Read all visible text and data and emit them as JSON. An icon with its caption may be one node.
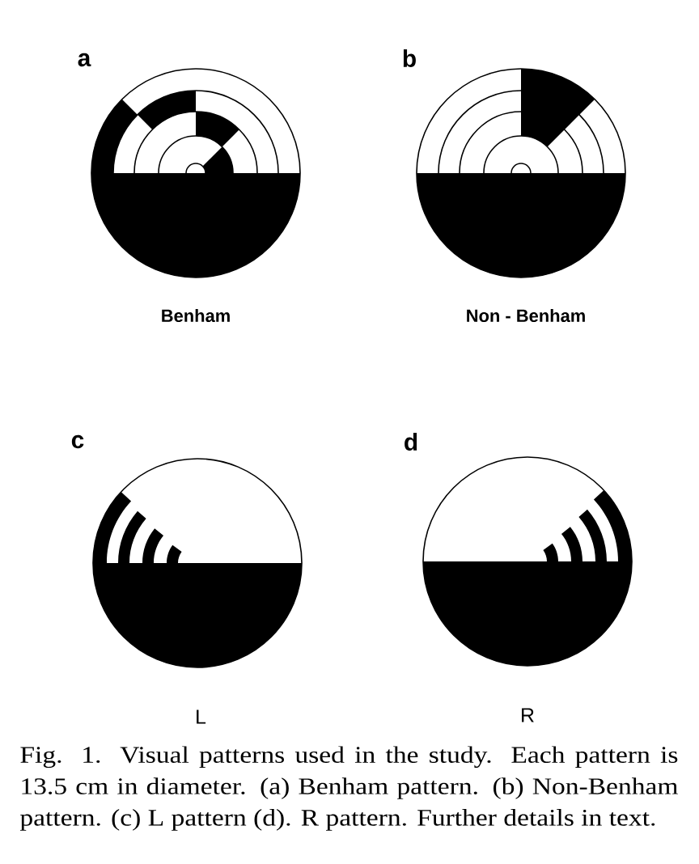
{
  "diagram": {
    "caption": "Fig. 1. Visual patterns used in the study. Each pattern is 13.5 cm in diameter. (a) Benham pattern. (b) Non-Benham pattern. (c) L pattern (d). R pattern. Further details in text.",
    "labels": [
      "a",
      "b",
      "Benham",
      "Non - Benham",
      "c",
      "d",
      "L",
      "R"
    ]
  }
}
